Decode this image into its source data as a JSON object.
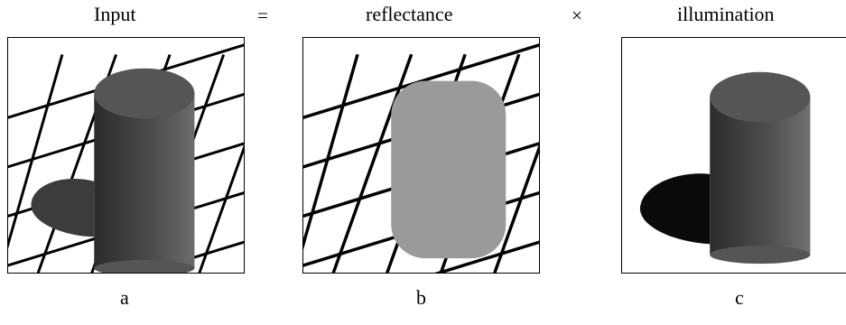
{
  "header": {
    "input_label": "Input",
    "equals_symbol": "=",
    "reflectance_label": "reflectance",
    "times_symbol": "×",
    "illumination_label": "illumination"
  },
  "captions": {
    "a": "a",
    "b": "b",
    "c": "c"
  },
  "colors": {
    "grid_line": "#000000",
    "cylinder_shaded_dark": "#2e2e2e",
    "cylinder_shaded_light": "#6a6a6a",
    "cylinder_top": "#555555",
    "reflectance_cylinder": "#9a9a9a",
    "shadow_input": "#3c3c3c",
    "shadow_illumination": "#0a0a0a",
    "background": "#ffffff"
  }
}
